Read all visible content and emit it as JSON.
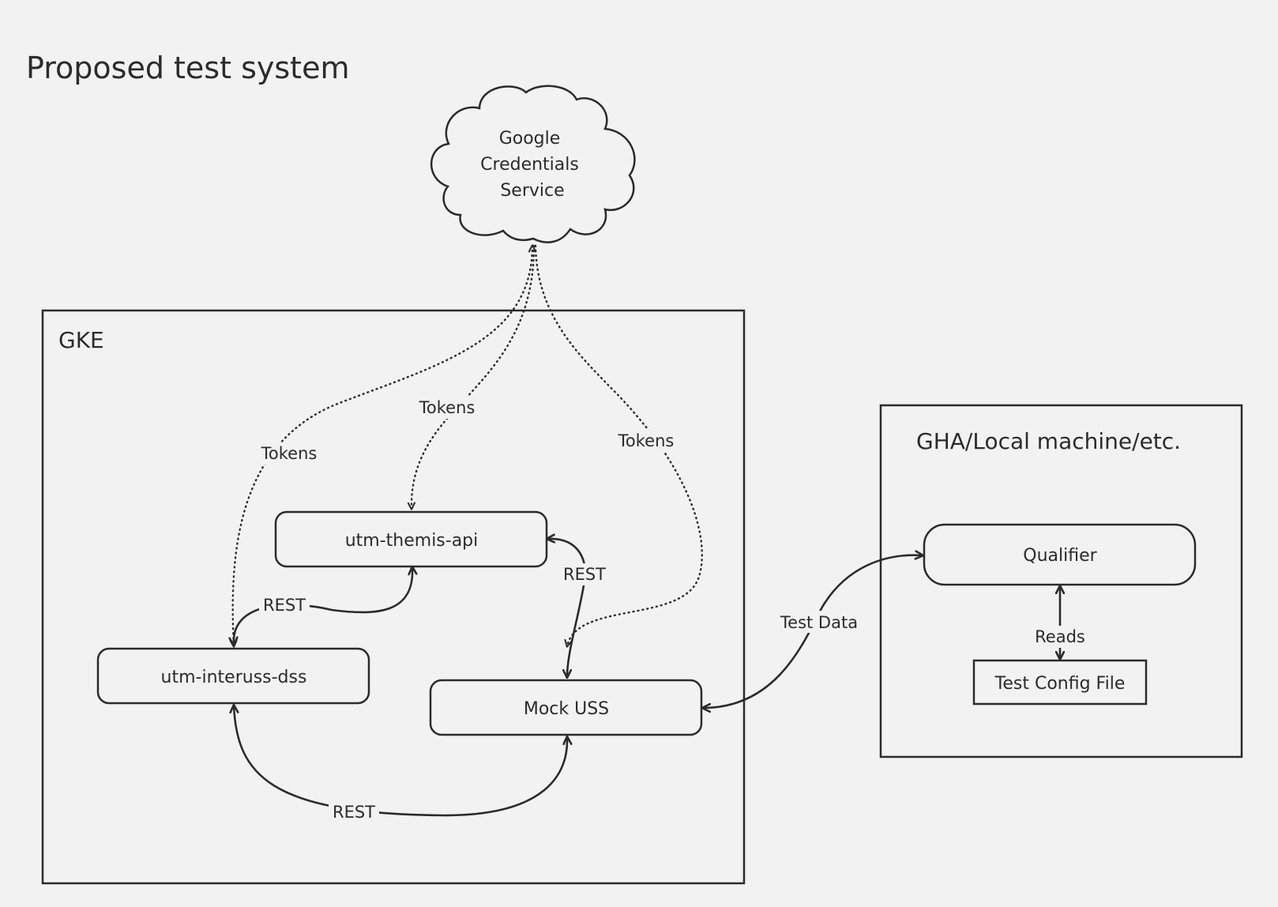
{
  "title": "Proposed test system",
  "colors": {
    "background": "#f2f2f2",
    "ink": "#2b2b2b"
  },
  "frames": {
    "gke": {
      "label": "GKE"
    },
    "gha": {
      "label": "GHA/Local machine/etc."
    }
  },
  "nodes": {
    "google_credentials": {
      "lines": [
        "Google",
        "Credentials",
        "Service"
      ],
      "shape": "cloud"
    },
    "themis_api": {
      "label": "utm-themis-api",
      "shape": "rounded-rect"
    },
    "interuss_dss": {
      "label": "utm-interuss-dss",
      "shape": "rounded-rect"
    },
    "mock_uss": {
      "label": "Mock USS",
      "shape": "rounded-rect"
    },
    "qualifier": {
      "label": "Qualifier",
      "shape": "rounded-rect"
    },
    "test_config": {
      "label": "Test Config File",
      "shape": "rect"
    }
  },
  "edges": {
    "tokens_dss": {
      "label": "Tokens",
      "style": "dotted"
    },
    "tokens_themis": {
      "label": "Tokens",
      "style": "dotted"
    },
    "tokens_mock": {
      "label": "Tokens",
      "style": "dotted"
    },
    "rest_dss_themis": {
      "label": "REST",
      "style": "solid"
    },
    "rest_themis_mock": {
      "label": "REST",
      "style": "solid"
    },
    "rest_dss_mock": {
      "label": "REST",
      "style": "solid"
    },
    "test_data": {
      "label": "Test Data",
      "style": "solid"
    },
    "reads": {
      "label": "Reads",
      "style": "solid"
    }
  }
}
